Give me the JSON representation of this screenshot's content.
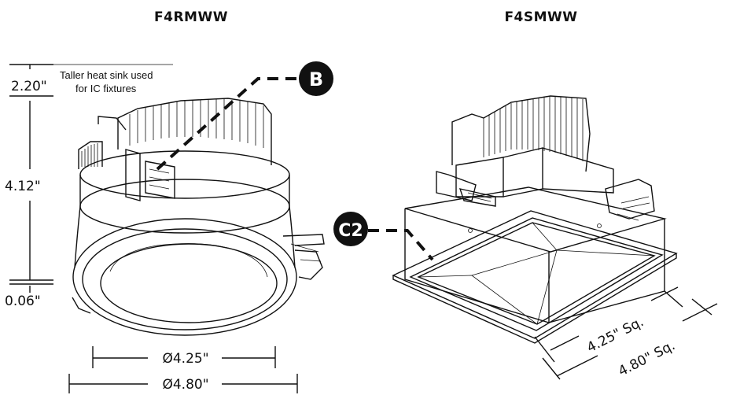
{
  "titles": {
    "left": "F4RMWW",
    "right": "F4SMWW"
  },
  "left_dimensions": {
    "heatsink_height": "2.20\"",
    "body_height": "4.12\"",
    "flange_height": "0.06\"",
    "inner_diameter": "Ø4.25\"",
    "outer_diameter": "Ø4.80\""
  },
  "note": {
    "line1": "Taller heat sink used",
    "line2": "for IC fixtures"
  },
  "callouts": {
    "b": "B",
    "c2": "C2"
  },
  "right_dimensions": {
    "inner_square": "4.25\" Sq.",
    "outer_square": "4.80\" Sq."
  },
  "colors": {
    "line": "#111111",
    "callout_fill": "#111111",
    "background": "#ffffff"
  }
}
